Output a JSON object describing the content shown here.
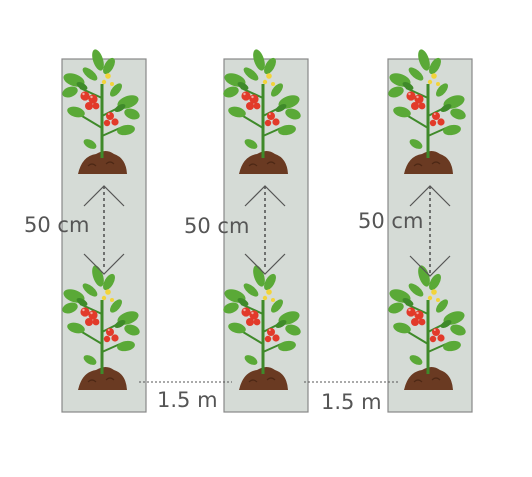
{
  "diagram": {
    "rows": [
      {
        "spacing_label": "50 cm"
      },
      {
        "spacing_label": "50 cm"
      },
      {
        "spacing_label": "50 cm"
      }
    ],
    "row_gaps": [
      {
        "label": "1.5 m"
      },
      {
        "label": "1.5 m"
      }
    ],
    "colors": {
      "bed_fill": "#d5dbd6",
      "bed_stroke": "#888888",
      "leaf": "#5aa937",
      "leaf_dark": "#3f8a2a",
      "tomato": "#e23a2a",
      "flower": "#f2d43a",
      "soil": "#6a3a22",
      "arrow": "#555555"
    },
    "icons": [
      "tomato-plant-icon",
      "soil-mound-icon",
      "double-arrow-icon"
    ]
  }
}
